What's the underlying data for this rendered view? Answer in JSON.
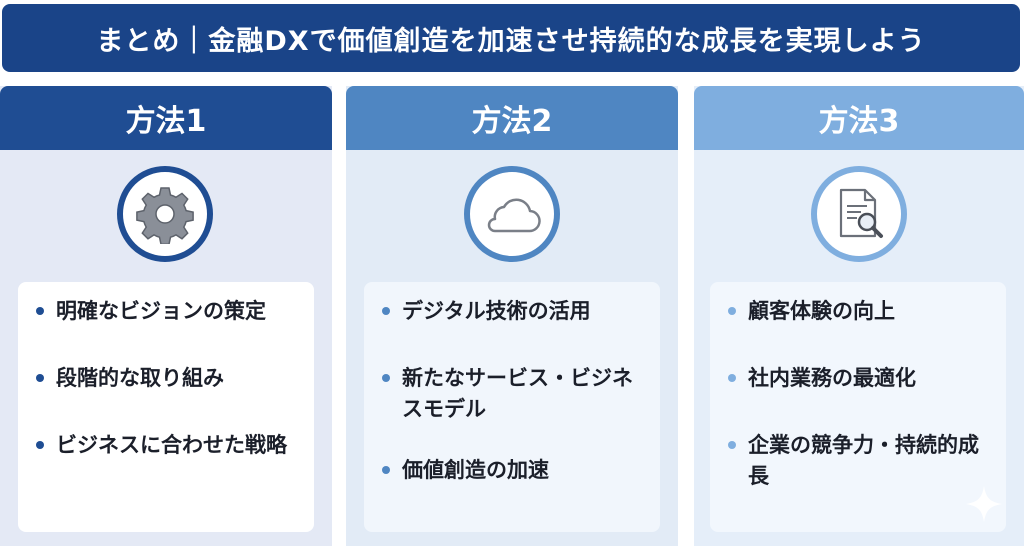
{
  "banner": {
    "title": "まとめ｜金融DXで価値創造を加速させ持続的な成長を実現しよう"
  },
  "columns": [
    {
      "heading": "方法1",
      "icon": "gear-icon",
      "items": [
        "明確なビジョンの策定",
        "段階的な取り組み",
        "ビジネスに合わせた戦略"
      ]
    },
    {
      "heading": "方法2",
      "icon": "cloud-icon",
      "items": [
        "デジタル技術の活用",
        "新たなサービス・ビジネスモデル",
        "価値創造の加速"
      ]
    },
    {
      "heading": "方法3",
      "icon": "document-search-icon",
      "items": [
        "顧客体験の向上",
        "社内業務の最適化",
        "企業の競争力・持続的成長"
      ]
    }
  ],
  "colors": {
    "banner": "#1a4488",
    "method1": "#1f4d93",
    "method2": "#4f86c2",
    "method3": "#7faedf"
  }
}
